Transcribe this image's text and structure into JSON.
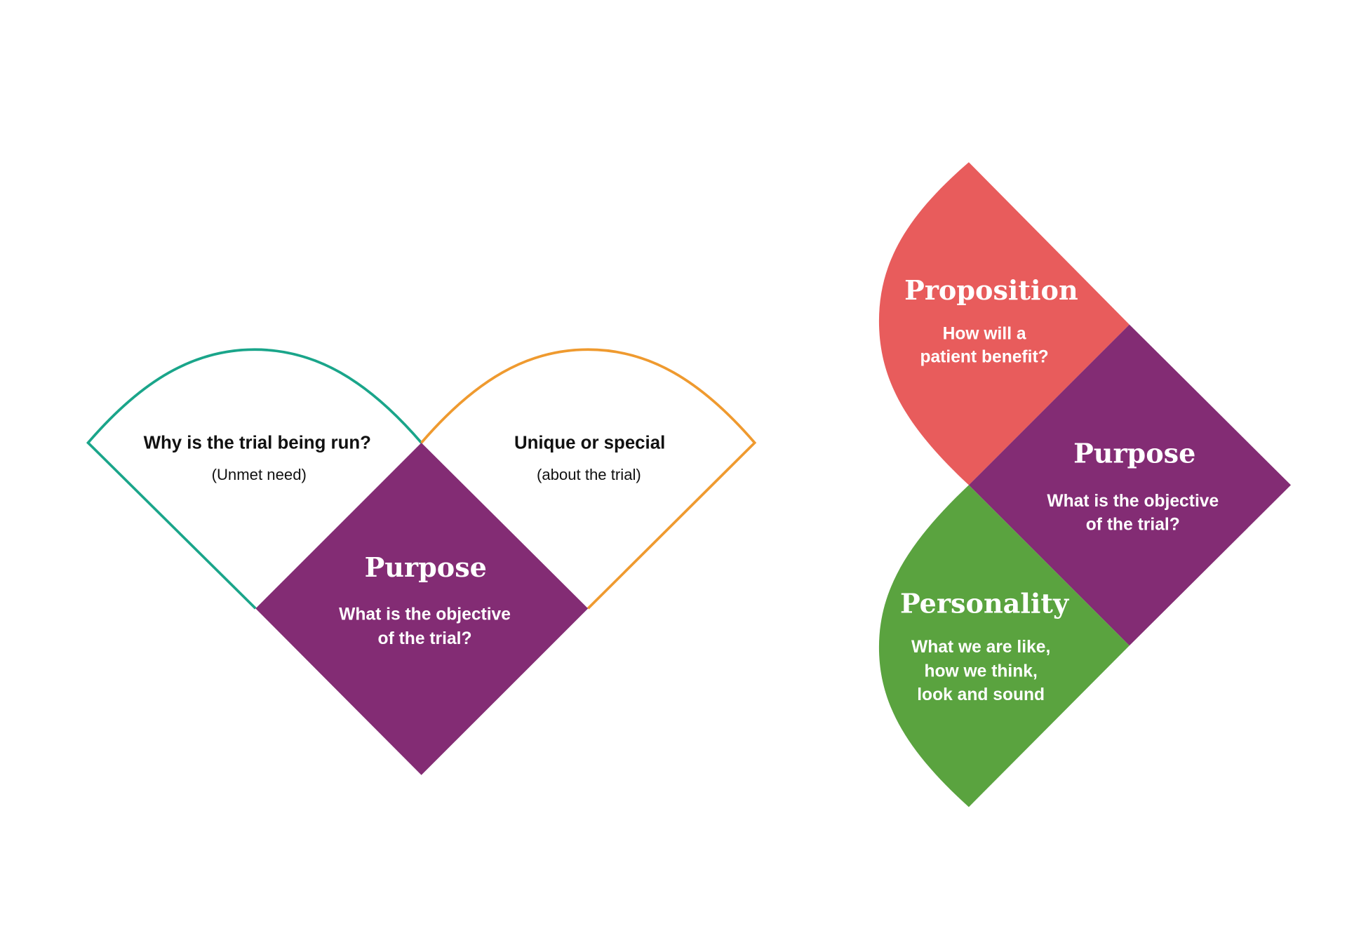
{
  "colors": {
    "purple": "#832c74",
    "teal": "#1aa58a",
    "orange": "#ef9a2f",
    "red": "#e85c5c",
    "green": "#5aa33f"
  },
  "left": {
    "need": {
      "title": "Why is the trial being run?",
      "sub": "(Unmet need)"
    },
    "unique": {
      "title": "Unique or special",
      "sub": "(about the trial)"
    },
    "purpose": {
      "title": "Purpose",
      "line1": "What is the objective",
      "line2": "of the trial?"
    }
  },
  "right": {
    "proposition": {
      "title": "Proposition",
      "line1": "How will a",
      "line2": "patient benefit?"
    },
    "purpose": {
      "title": "Purpose",
      "line1": "What is the objective",
      "line2": "of the trial?"
    },
    "personality": {
      "title": "Personality",
      "line1": "What we are like,",
      "line2": "how we think,",
      "line3": "look and sound"
    }
  }
}
